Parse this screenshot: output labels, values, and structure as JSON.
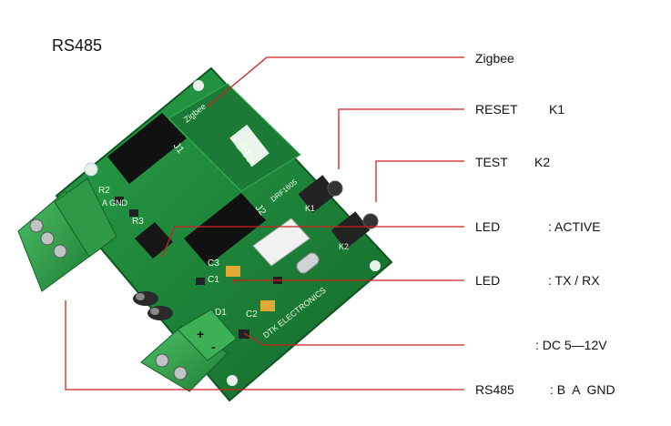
{
  "title": "RS485",
  "labels": {
    "zigbee": "Zigbee",
    "reset": "RESET",
    "reset_key": "K1",
    "test": "TEST",
    "test_key": "K2",
    "led_active": "LED",
    "led_active_desc": ": ACTIVE",
    "led_txrx": "LED",
    "led_txrx_desc": ": TX / RX",
    "power": ": DC 5—12V",
    "rs485": "RS485",
    "rs485_desc": ": B  A  GND"
  },
  "board": {
    "brand": "DTK",
    "silk_brand": "DTK ELECTRONICS",
    "silk_zigbee": "Zigbee",
    "silk_j1": "J1",
    "silk_j2": "J2",
    "silk_part": "DRF1605",
    "silk_plus": "+",
    "silk_minus": "-",
    "silk_bag": "B A GND",
    "silk_r2": "R2",
    "silk_r3": "R3",
    "silk_c1": "C1",
    "silk_c2": "C2",
    "silk_c3": "C3",
    "silk_d1": "D1",
    "silk_k1": "K1",
    "silk_k2": "K2"
  },
  "colors": {
    "pcb": "#1f8a3c",
    "pcb_dark": "#176d2f",
    "terminal": "#2fa04a",
    "leader": "#d21f1f",
    "header": "#111111"
  }
}
